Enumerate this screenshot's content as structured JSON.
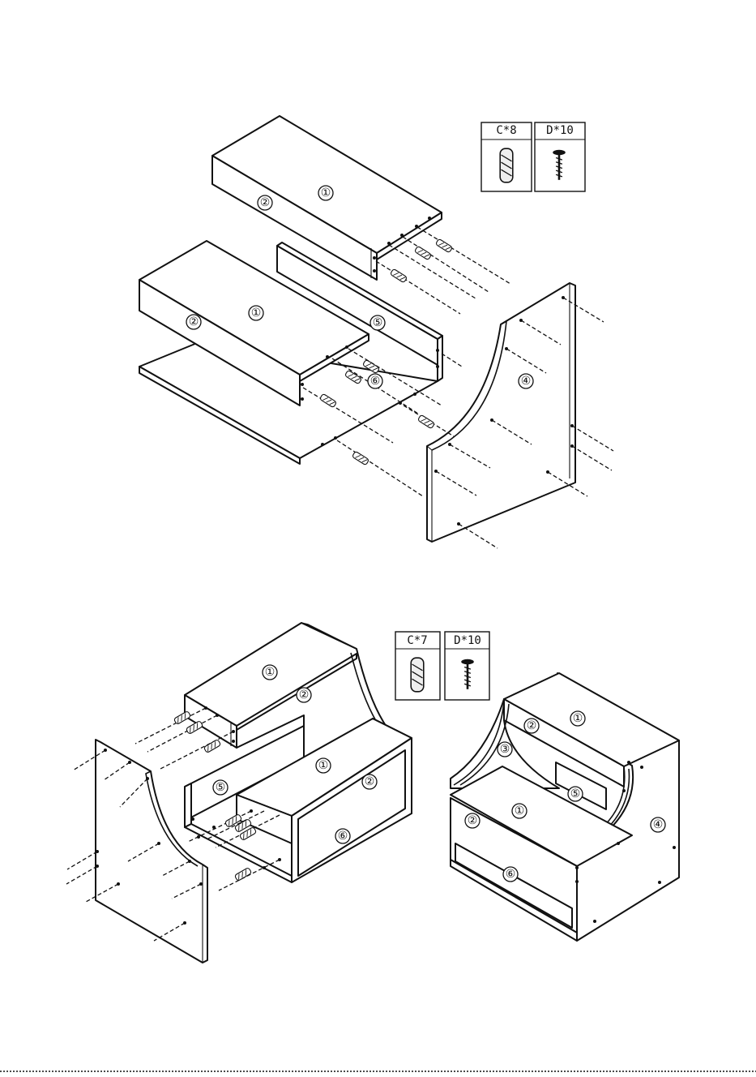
{
  "step1": {
    "hardware": [
      {
        "label": "C*8",
        "icon": "dowel-icon"
      },
      {
        "label": "D*10",
        "icon": "screw-icon"
      }
    ],
    "callouts": [
      "①",
      "②",
      "①",
      "②",
      "⑤",
      "⑥",
      "④"
    ]
  },
  "step2": {
    "hardware": [
      {
        "label": "C*7",
        "icon": "dowel-icon"
      },
      {
        "label": "D*10",
        "icon": "screw-icon"
      }
    ],
    "exploded_callouts": [
      "①",
      "②",
      "①",
      "②",
      "⑤",
      "⑥"
    ],
    "assembled_callouts": [
      "①",
      "②",
      "③",
      "⑤",
      "①",
      "②",
      "④",
      "⑥"
    ]
  },
  "colors": {
    "line": "#111111",
    "background": "#ffffff"
  }
}
